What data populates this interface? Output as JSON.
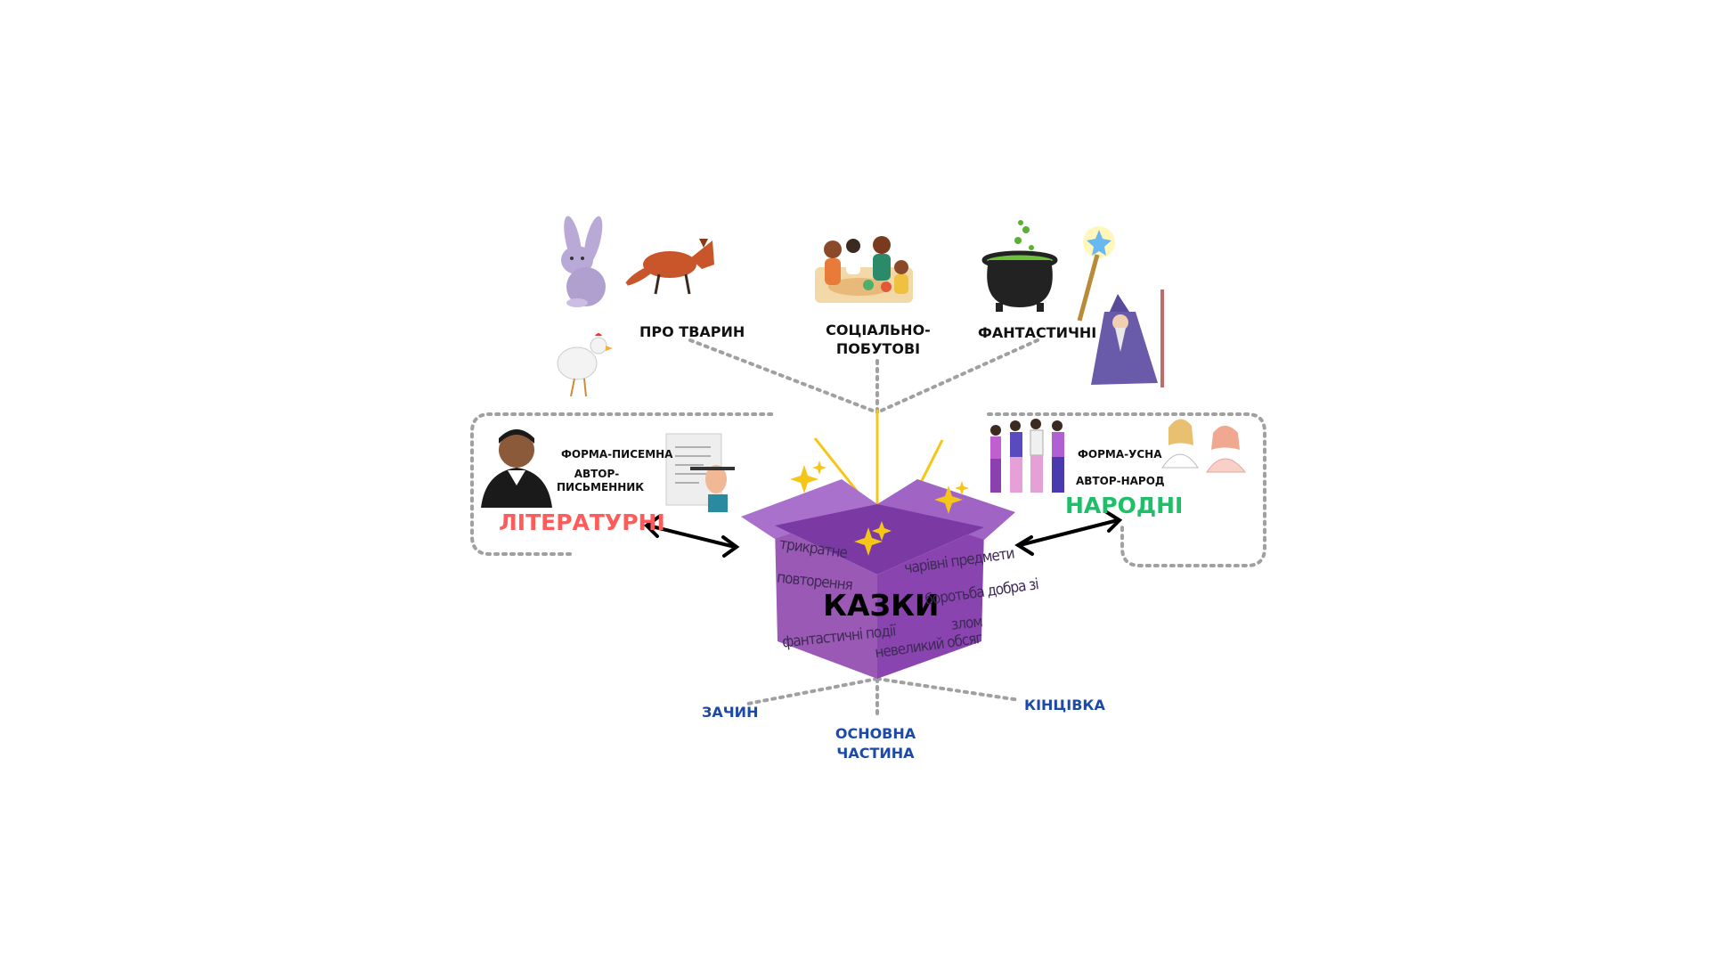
{
  "diagram": {
    "center_title": "КАЗКИ",
    "types": {
      "animals": "ПРО ТВАРИН",
      "social": "СОЦІАЛЬНО-\nПОБУТОВІ",
      "fantastic": "ФАНТАСТИЧНІ"
    },
    "literary": {
      "title": "ЛІТЕРАТУРНІ",
      "form": "ФОРМА-ПИСЕМНА",
      "author": "АВТОР-\nПИСЬМЕННИК"
    },
    "folk": {
      "title": "НАРОДНІ",
      "form": "ФОРМА-УСНА",
      "author": "АВТОР-НАРОД"
    },
    "box_words": [
      "трикратне",
      "повторення",
      "фантастичні події",
      "чарівні предмети",
      "боротьба добра зі",
      "злом",
      "невеликий обсяг"
    ],
    "parts": {
      "opening": "ЗАЧИН",
      "main": "ОСНОВНА\nЧАСТИНА",
      "ending": "КІНЦІВКА"
    }
  },
  "colors": {
    "box_front": "#9b59b6",
    "box_side": "#8a44b0",
    "box_top": "#a970cc",
    "literary": "#ff5b5b",
    "folk": "#1fbf6a",
    "parts": "#1d4aa8",
    "connector": "#a0a0a0",
    "sparkle": "#f5c518"
  },
  "icons": [
    "rabbit-icon",
    "fox-icon",
    "hen-icon",
    "family-icon",
    "cauldron-icon",
    "magic-wand-icon",
    "wizard-icon",
    "writer-portrait-icon",
    "document-icon",
    "people-group-icon",
    "whispering-icon",
    "sparkle-icon"
  ]
}
